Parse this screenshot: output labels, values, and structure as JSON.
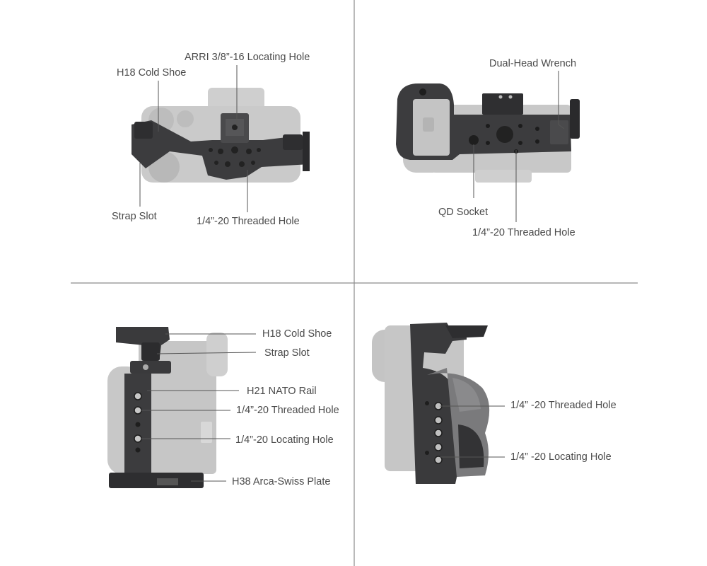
{
  "panels": {
    "top_left": {
      "labels": {
        "arri": "ARRI 3/8”-16 Locating Hole",
        "cold_shoe": "H18 Cold Shoe",
        "strap_slot": "Strap Slot",
        "threaded_hole": "1/4”-20 Threaded Hole"
      }
    },
    "top_right": {
      "labels": {
        "wrench": "Dual-Head Wrench",
        "qd_socket": "QD Socket",
        "threaded_hole": "1/4”-20 Threaded Hole"
      }
    },
    "bottom_left": {
      "labels": {
        "cold_shoe": "H18 Cold Shoe",
        "strap_slot": "Strap Slot",
        "nato_rail": "H21 NATO Rail",
        "threaded_hole": "1/4”-20 Threaded Hole",
        "locating_hole": "1/4”-20 Locating Hole",
        "arca_plate": "H38 Arca-Swiss Plate"
      }
    },
    "bottom_right": {
      "labels": {
        "threaded_hole": "1/4”  -20 Threaded Hole",
        "locating_hole": "1/4”  -20 Locating Hole"
      }
    }
  },
  "colors": {
    "divider": "#8c8c8c",
    "leader": "#555555",
    "camera_body": "#c8c8c8",
    "cage_metal": "#3c3c3e",
    "text": "#4a4a4a"
  }
}
